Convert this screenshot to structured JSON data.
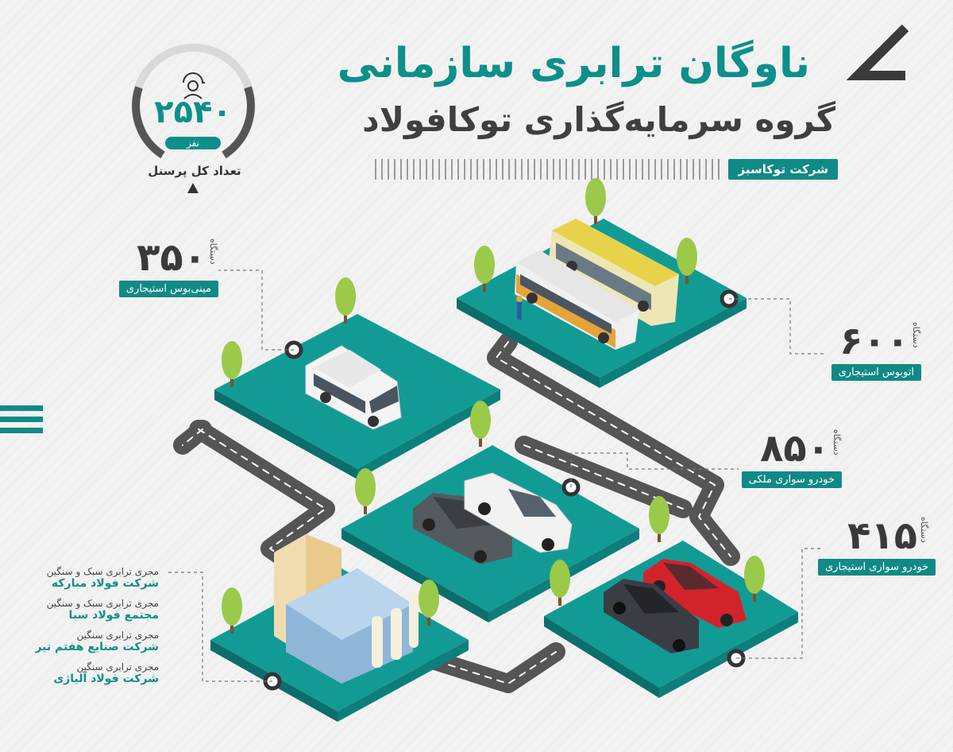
{
  "header": {
    "title": "ناوگان ترابری سازمانی",
    "subtitle": "گروه سرمایه‌گذاری توکافولاد",
    "company": "شرکت توکاسبز"
  },
  "personnel": {
    "count": "۲۵۴۰",
    "unit": "نفر",
    "label": "تعداد کل پرسنل",
    "icon": "worker-helmet-icon"
  },
  "stats": {
    "minibus": {
      "number": "۳۵۰",
      "unit": "دستگاه",
      "label": "مینی‌بوس استیجاری"
    },
    "bus": {
      "number": "۶۰۰",
      "unit": "دستگاه",
      "label": "اتوبوس استیجاری"
    },
    "owned_car": {
      "number": "۸۵۰",
      "unit": "دستگاه",
      "label": "خودرو سواری ملکی"
    },
    "rental_car": {
      "number": "۴۱۵",
      "unit": "دستگاه",
      "label": "خودرو سواری استیجاری"
    }
  },
  "contractors": [
    {
      "type": "مجری ترابری سبک و سنگین",
      "name": "شرکت فولاد مبارکه"
    },
    {
      "type": "مجری ترابری سبک و سنگین",
      "name": "مجتمع فولاد سبا"
    },
    {
      "type": "مجری ترابری سنگین",
      "name": "شرکت صنایع هفتم تیر"
    },
    {
      "type": "مجری ترابری سنگین",
      "name": "شرکت فولاد آلیاژی"
    }
  ],
  "colors": {
    "teal": "#108a86",
    "teal_dark": "#0b6e6b",
    "text": "#3a3a3a",
    "road": "#5a5a5a"
  }
}
